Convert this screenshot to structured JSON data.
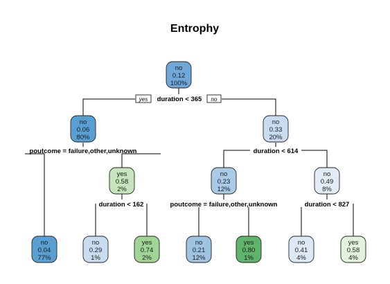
{
  "title": "Entrophy",
  "root_tags": {
    "left": "yes",
    "right": "no"
  },
  "nodes": {
    "n1": {
      "label": "no",
      "value": "0.12",
      "percent": "100%",
      "color": "#6fa8d8"
    },
    "n2": {
      "label": "no",
      "value": "0.06",
      "percent": "80%",
      "color": "#5a9fd2"
    },
    "n3": {
      "label": "no",
      "value": "0.33",
      "percent": "20%",
      "color": "#c9dcef"
    },
    "n4": {
      "label": "no",
      "value": "0.04",
      "percent": "77%",
      "color": "#5a9fd2"
    },
    "n5": {
      "label": "yes",
      "value": "0.58",
      "percent": "2%",
      "color": "#c6e5bd"
    },
    "n6": {
      "label": "no",
      "value": "0.23",
      "percent": "12%",
      "color": "#a9cbe6"
    },
    "n7": {
      "label": "no",
      "value": "0.49",
      "percent": "8%",
      "color": "#e2ecf6"
    },
    "n10": {
      "label": "no",
      "value": "0.29",
      "percent": "1%",
      "color": "#c9dcef"
    },
    "n11": {
      "label": "yes",
      "value": "0.74",
      "percent": "2%",
      "color": "#9fd494"
    },
    "n12": {
      "label": "no",
      "value": "0.21",
      "percent": "12%",
      "color": "#9fc4e3"
    },
    "n13": {
      "label": "yes",
      "value": "0.80",
      "percent": "1%",
      "color": "#5fb36a"
    },
    "n14": {
      "label": "no",
      "value": "0.41",
      "percent": "4%",
      "color": "#dde9f5"
    },
    "n15": {
      "label": "yes",
      "value": "0.58",
      "percent": "4%",
      "color": "#e2f2dc"
    }
  },
  "splits": {
    "s1": "duration < 365",
    "s2": "poutcome = failure,other,unknown",
    "s3": "duration < 614",
    "s4": "duration < 162",
    "s5": "poutcome = failure,other,unknown",
    "s6": "duration < 827"
  }
}
